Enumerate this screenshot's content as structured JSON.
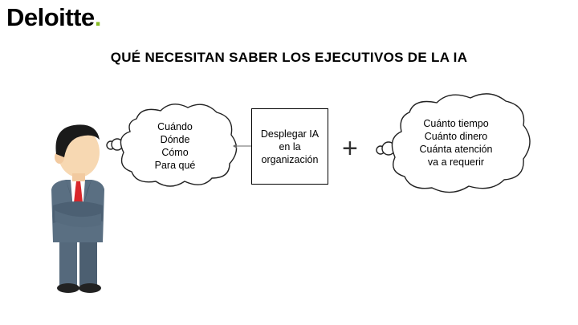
{
  "logo": {
    "word": "Deloitte",
    "dot": "."
  },
  "title": "QUÉ NECESITAN SABER LOS EJECUTIVOS DE LA IA",
  "left_cloud": {
    "lines": [
      "Cuándo",
      "Dónde",
      "Cómo",
      "Para qué"
    ]
  },
  "center_box": {
    "lines": [
      "Desplegar IA",
      "en la",
      "organización"
    ]
  },
  "plus_symbol": "+",
  "right_cloud": {
    "lines": [
      "Cuánto tiempo",
      "Cuánto dinero",
      "Cuánta atención",
      "va a requerir"
    ]
  },
  "colors": {
    "brand_dot": "#86bc25",
    "tie": "#d9262a",
    "suit": "#5a6f82",
    "skin": "#f7d8b2",
    "hair": "#1a1a1a"
  }
}
